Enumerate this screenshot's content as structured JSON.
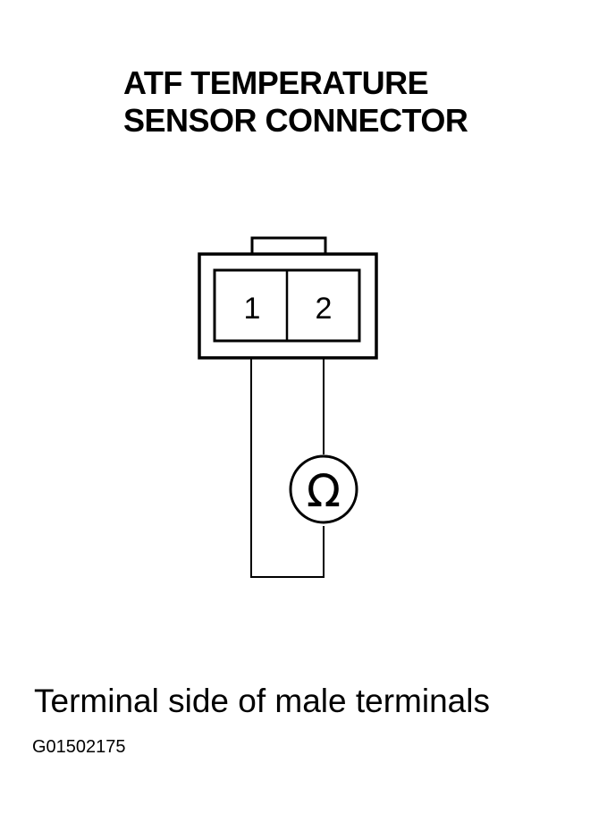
{
  "title": {
    "line1": "ATF TEMPERATURE",
    "line2": "SENSOR CONNECTOR"
  },
  "connector": {
    "terminal_1": "1",
    "terminal_2": "2"
  },
  "meter": {
    "symbol": "Ω",
    "icon": "ohmmeter-icon"
  },
  "caption": "Terminal side of male terminals",
  "figure_code": "G01502175"
}
